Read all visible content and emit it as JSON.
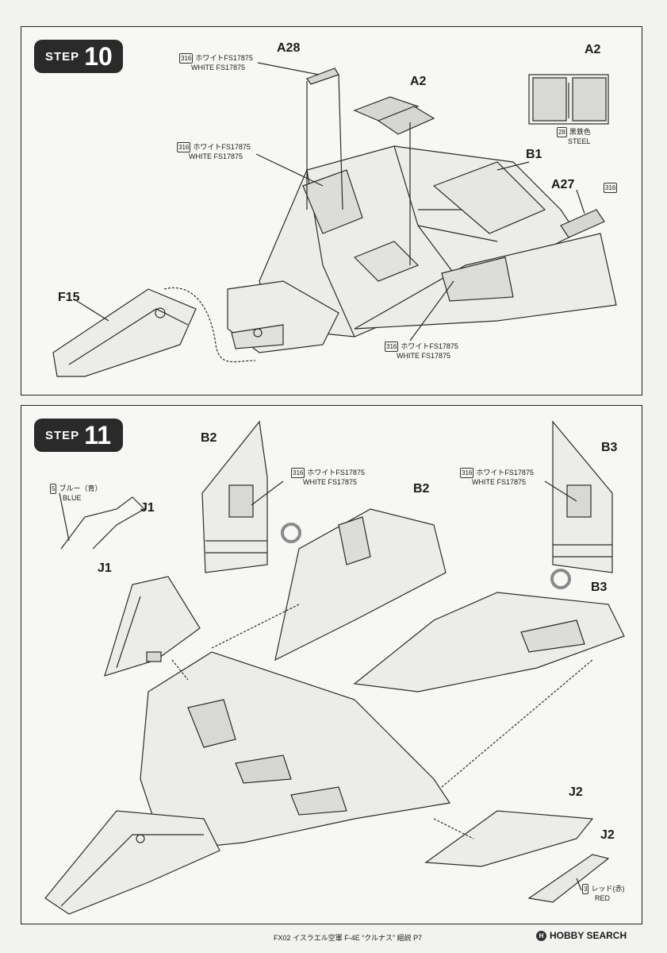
{
  "step10": {
    "step_word": "STEP",
    "step_number": "10",
    "parts": {
      "a28": "A28",
      "a2": "A2",
      "a2_inset": "A2",
      "b1": "B1",
      "a27": "A27",
      "f15": "F15"
    },
    "notes": [
      {
        "code": "316",
        "jp": "ホワイトFS17875",
        "en": "WHITE FS17875"
      },
      {
        "code": "316",
        "jp": "ホワイトFS17875",
        "en": "WHITE FS17875"
      },
      {
        "code": "316",
        "jp": "ホワイトFS17875",
        "en": "WHITE FS17875"
      }
    ],
    "a27_code": "316",
    "steel": {
      "code": "28",
      "jp": "黒鉄色",
      "en": "STEEL"
    }
  },
  "step11": {
    "step_word": "STEP",
    "step_number": "11",
    "parts": {
      "b2_left": "B2",
      "b2_main": "B2",
      "b3_right": "B3",
      "b3_main": "B3",
      "j1_detail": "J1",
      "j1_main": "J1",
      "j2_main": "J2",
      "j2_detail": "J2"
    },
    "notes": [
      {
        "code": "316",
        "jp": "ホワイトFS17875",
        "en": "WHITE FS17875"
      },
      {
        "code": "316",
        "jp": "ホワイトFS17875",
        "en": "WHITE FS17875"
      }
    ],
    "blue": {
      "code": "5",
      "jp": "ブルー（青）",
      "en": "BLUE"
    },
    "red": {
      "code": "3",
      "jp": "レッド(赤)",
      "en": "RED"
    }
  },
  "footer": {
    "text": "FX02 イスラエル空軍 F-4E “クルナス” 組説 P7",
    "brand": "HOBBY SEARCH",
    "brand_icon": "H"
  }
}
